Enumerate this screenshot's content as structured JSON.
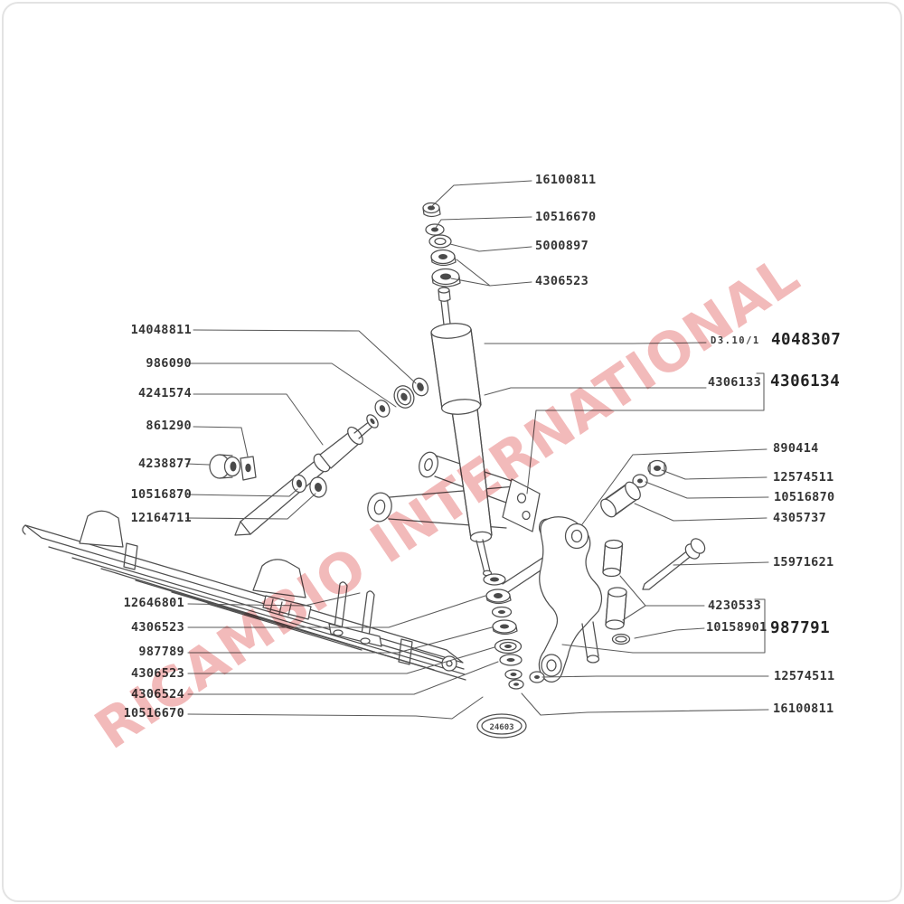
{
  "watermark": {
    "text": "RICAMBIO INTERNATIONAL",
    "color": "#ea9090"
  },
  "stamp": {
    "number": "24603"
  },
  "refs": {
    "table_ref": "D3.10/1"
  },
  "callouts_top": [
    "16100811",
    "10516670",
    "5000897",
    "4306523"
  ],
  "callouts_left": [
    "14048811",
    "986090",
    "4241574",
    "861290",
    "4238877",
    "10516870",
    "12164711"
  ],
  "callouts_bottom_left": [
    "12646801",
    "4306523",
    "987789",
    "4306523",
    "4306524",
    "10516670"
  ],
  "callouts_right_small": [
    "4306133",
    "890414",
    "12574511",
    "10516870",
    "4305737",
    "15971621",
    "4230533",
    "10158901",
    "12574511",
    "16100811"
  ],
  "callouts_right_large": [
    "4048307",
    "4306134",
    "987791"
  ],
  "colors": {
    "line": "#4f4f4f",
    "watermark_pink": "#ea9090",
    "background": "#ffffff"
  }
}
